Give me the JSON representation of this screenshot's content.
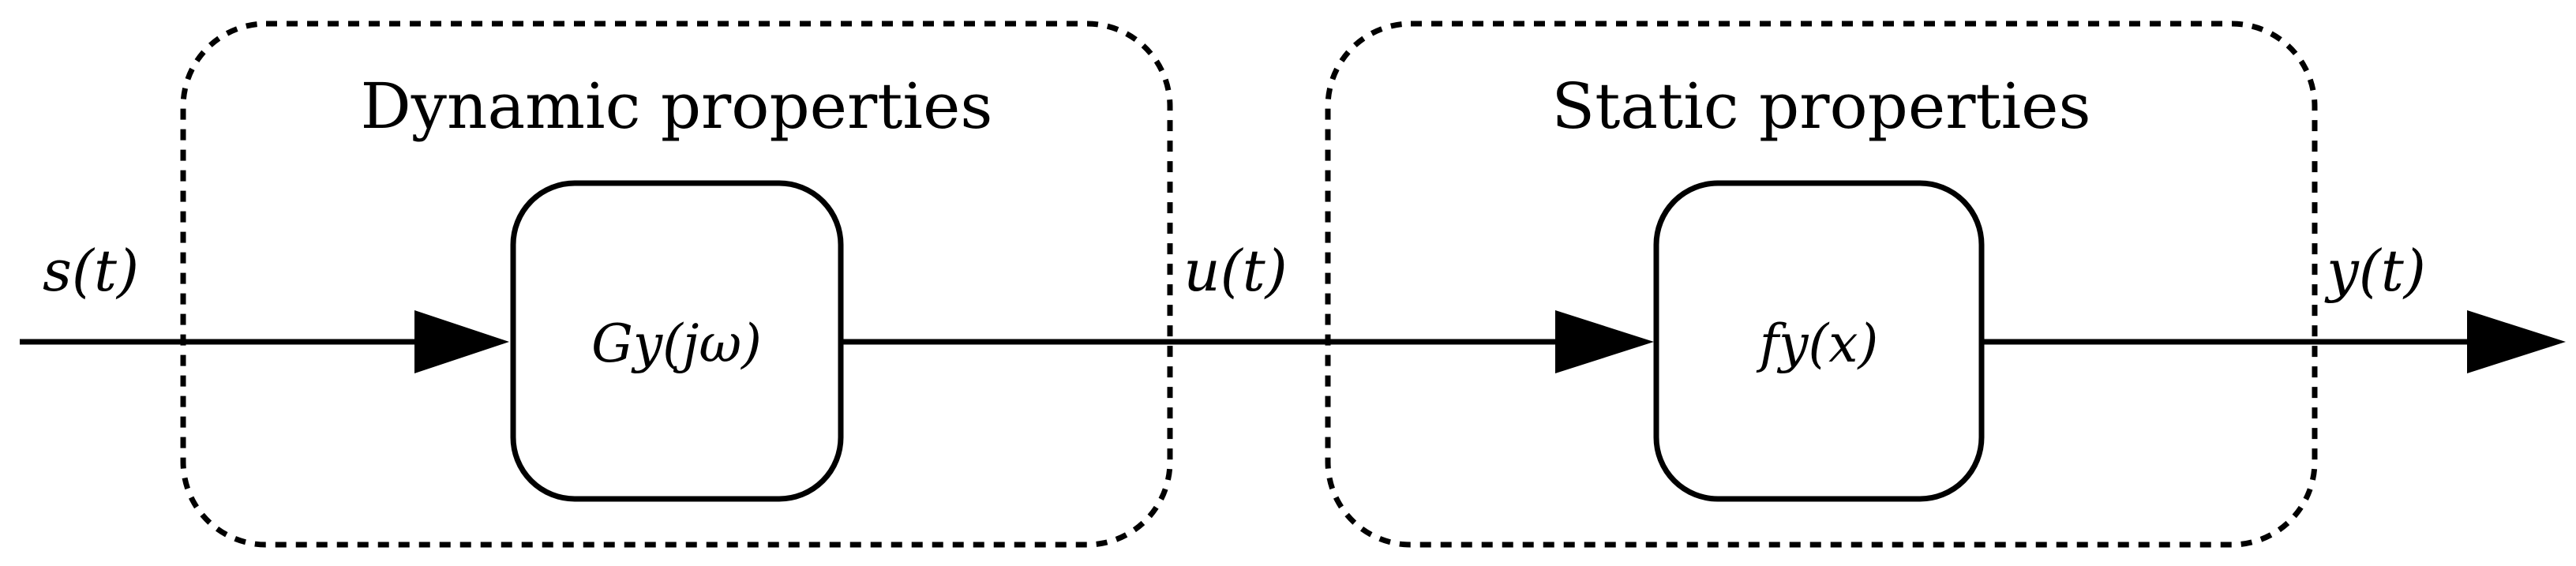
{
  "groups": {
    "dynamic": {
      "title": "Dynamic properties"
    },
    "static": {
      "title": "Static properties"
    }
  },
  "blocks": {
    "dynamic": {
      "label": "Gy(jω)"
    },
    "static": {
      "label": "fy(x)"
    }
  },
  "signals": {
    "input": "s(t)",
    "intermediate": "u(t)",
    "output": "y(t)"
  }
}
